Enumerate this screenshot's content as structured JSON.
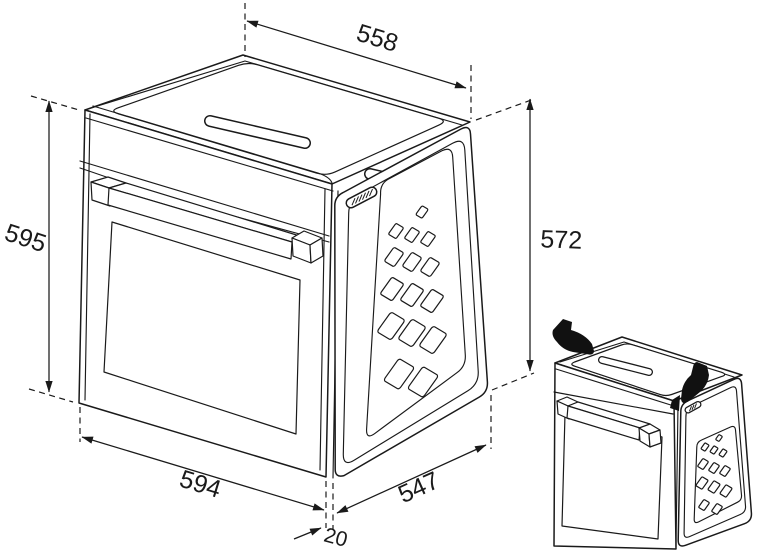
{
  "diagram": {
    "dimensions": {
      "top_width": "558",
      "front_height": "595",
      "rear_height": "572",
      "front_width": "594",
      "depth": "547",
      "door_overhang": "20"
    },
    "colors": {
      "line": "#1a1a1a",
      "background": "#ffffff",
      "hand_fill": "#111111"
    }
  }
}
